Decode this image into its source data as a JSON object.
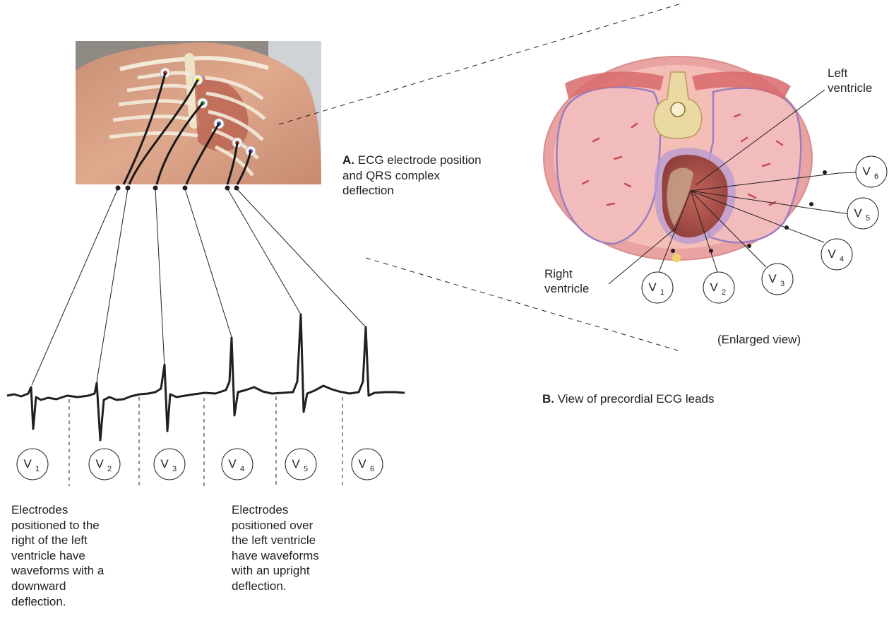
{
  "caption_a": {
    "bold": "A.",
    "text": "ECG electrode position and QRS complex deflection"
  },
  "caption_b": {
    "bold": "B.",
    "text": "View of precordial ECG leads"
  },
  "enlarged_label": "(Enlarged view)",
  "left_ventricle_label": "Left\nventricle",
  "right_ventricle_label": "Right\nventricle",
  "note_right": "Electrodes\npositioned to the\nright of the left\nventricle have\nwaveforms with a\ndownward\ndeflection.",
  "note_left": "Electrodes\npositioned over\nthe left ventricle\nhave waveforms\nwith an upright\ndeflection.",
  "leads": [
    {
      "main": "V",
      "sub": "1"
    },
    {
      "main": "V",
      "sub": "2"
    },
    {
      "main": "V",
      "sub": "3"
    },
    {
      "main": "V",
      "sub": "4"
    },
    {
      "main": "V",
      "sub": "5"
    },
    {
      "main": "V",
      "sub": "6"
    }
  ],
  "colors": {
    "skin": "#d9a48a",
    "body_ring": "#e8a6a4",
    "lung": "#f2c3c0",
    "heart": "#b0534a",
    "pericardium": "#a88fc4",
    "spine": "#e8d7a0",
    "ink": "#231f20"
  }
}
